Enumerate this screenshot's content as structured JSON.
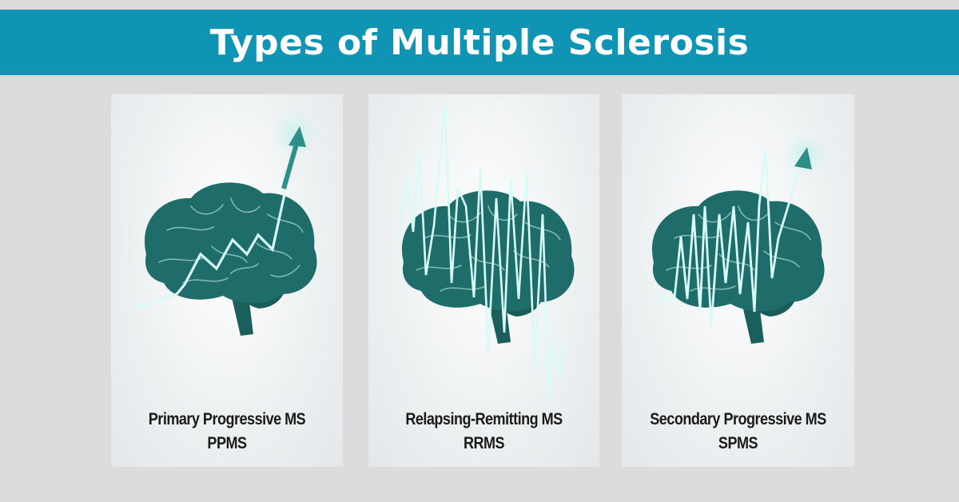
{
  "header": {
    "title": "Types of Multiple Sclerosis"
  },
  "colors": {
    "banner": "#0f95b3",
    "brain": "#1f6d6a",
    "line": "#d8fbf7",
    "arrow": "#2e8f88"
  },
  "cards": [
    {
      "name": "Primary Progressive MS",
      "abbr": "PPMS",
      "icon": "brain-upward-arrow-icon"
    },
    {
      "name": "Relapsing-Remitting MS",
      "abbr": "RRMS",
      "icon": "brain-zigzag-wave-icon"
    },
    {
      "name": "Secondary Progressive MS",
      "abbr": "SPMS",
      "icon": "brain-wave-arrow-icon"
    }
  ]
}
